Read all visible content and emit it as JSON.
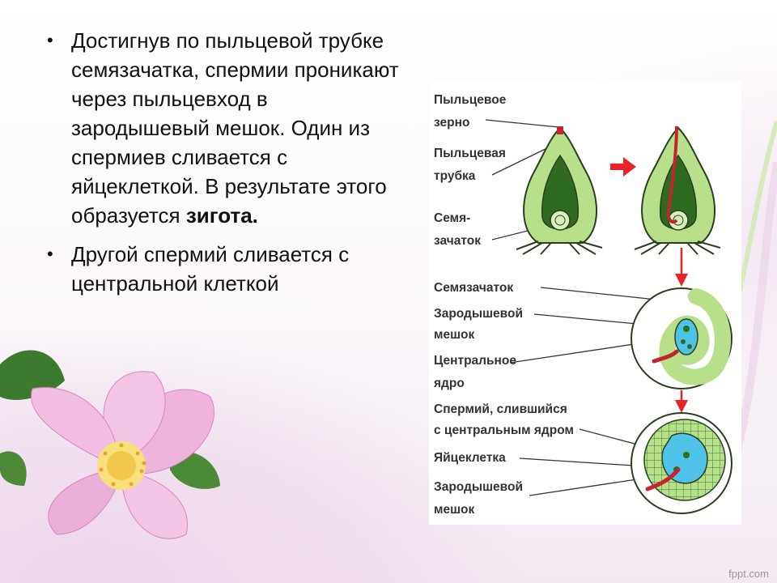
{
  "slide": {
    "bullets": [
      {
        "text": "Достигнув по пыльцевой трубке семязачатка, спермии проникают через пыльцевход в зародышевый мешок. Один из спермиев сливается с яйцеклеткой. В результате этого образуется ",
        "bold": "зигота."
      },
      {
        "text": "Другой спермий сливается с центральной клеткой",
        "bold": ""
      }
    ],
    "bullet_symbol": "•"
  },
  "figure": {
    "labels": {
      "pollen_grain": [
        "Пыльцевое",
        "зерно"
      ],
      "pollen_tube": [
        "Пыльцевая",
        "трубка"
      ],
      "ovule_top": [
        "Семя-",
        "зачаток"
      ],
      "ovule": [
        "Семязачаток"
      ],
      "embryo_sac_1": [
        "Зародышевой",
        "мешок"
      ],
      "central_nucleus": [
        "Центральное",
        "ядро"
      ],
      "fused_sperm": [
        "Спермий, слившийся",
        "с центральным ядром"
      ],
      "egg_cell": [
        "Яйцеклетка"
      ],
      "embryo_sac_2": [
        "Зародышевой",
        "мешок"
      ]
    },
    "colors": {
      "outer_green": "#b8e08a",
      "inner_green": "#2e6b1e",
      "outline": "#2b3f20",
      "tube_red": "#c0262c",
      "arrow_red": "#e8232a",
      "cell_blue": "#4fc3e8",
      "cell_grid": "#3c7d2a"
    }
  },
  "watermark": "fppt.com"
}
